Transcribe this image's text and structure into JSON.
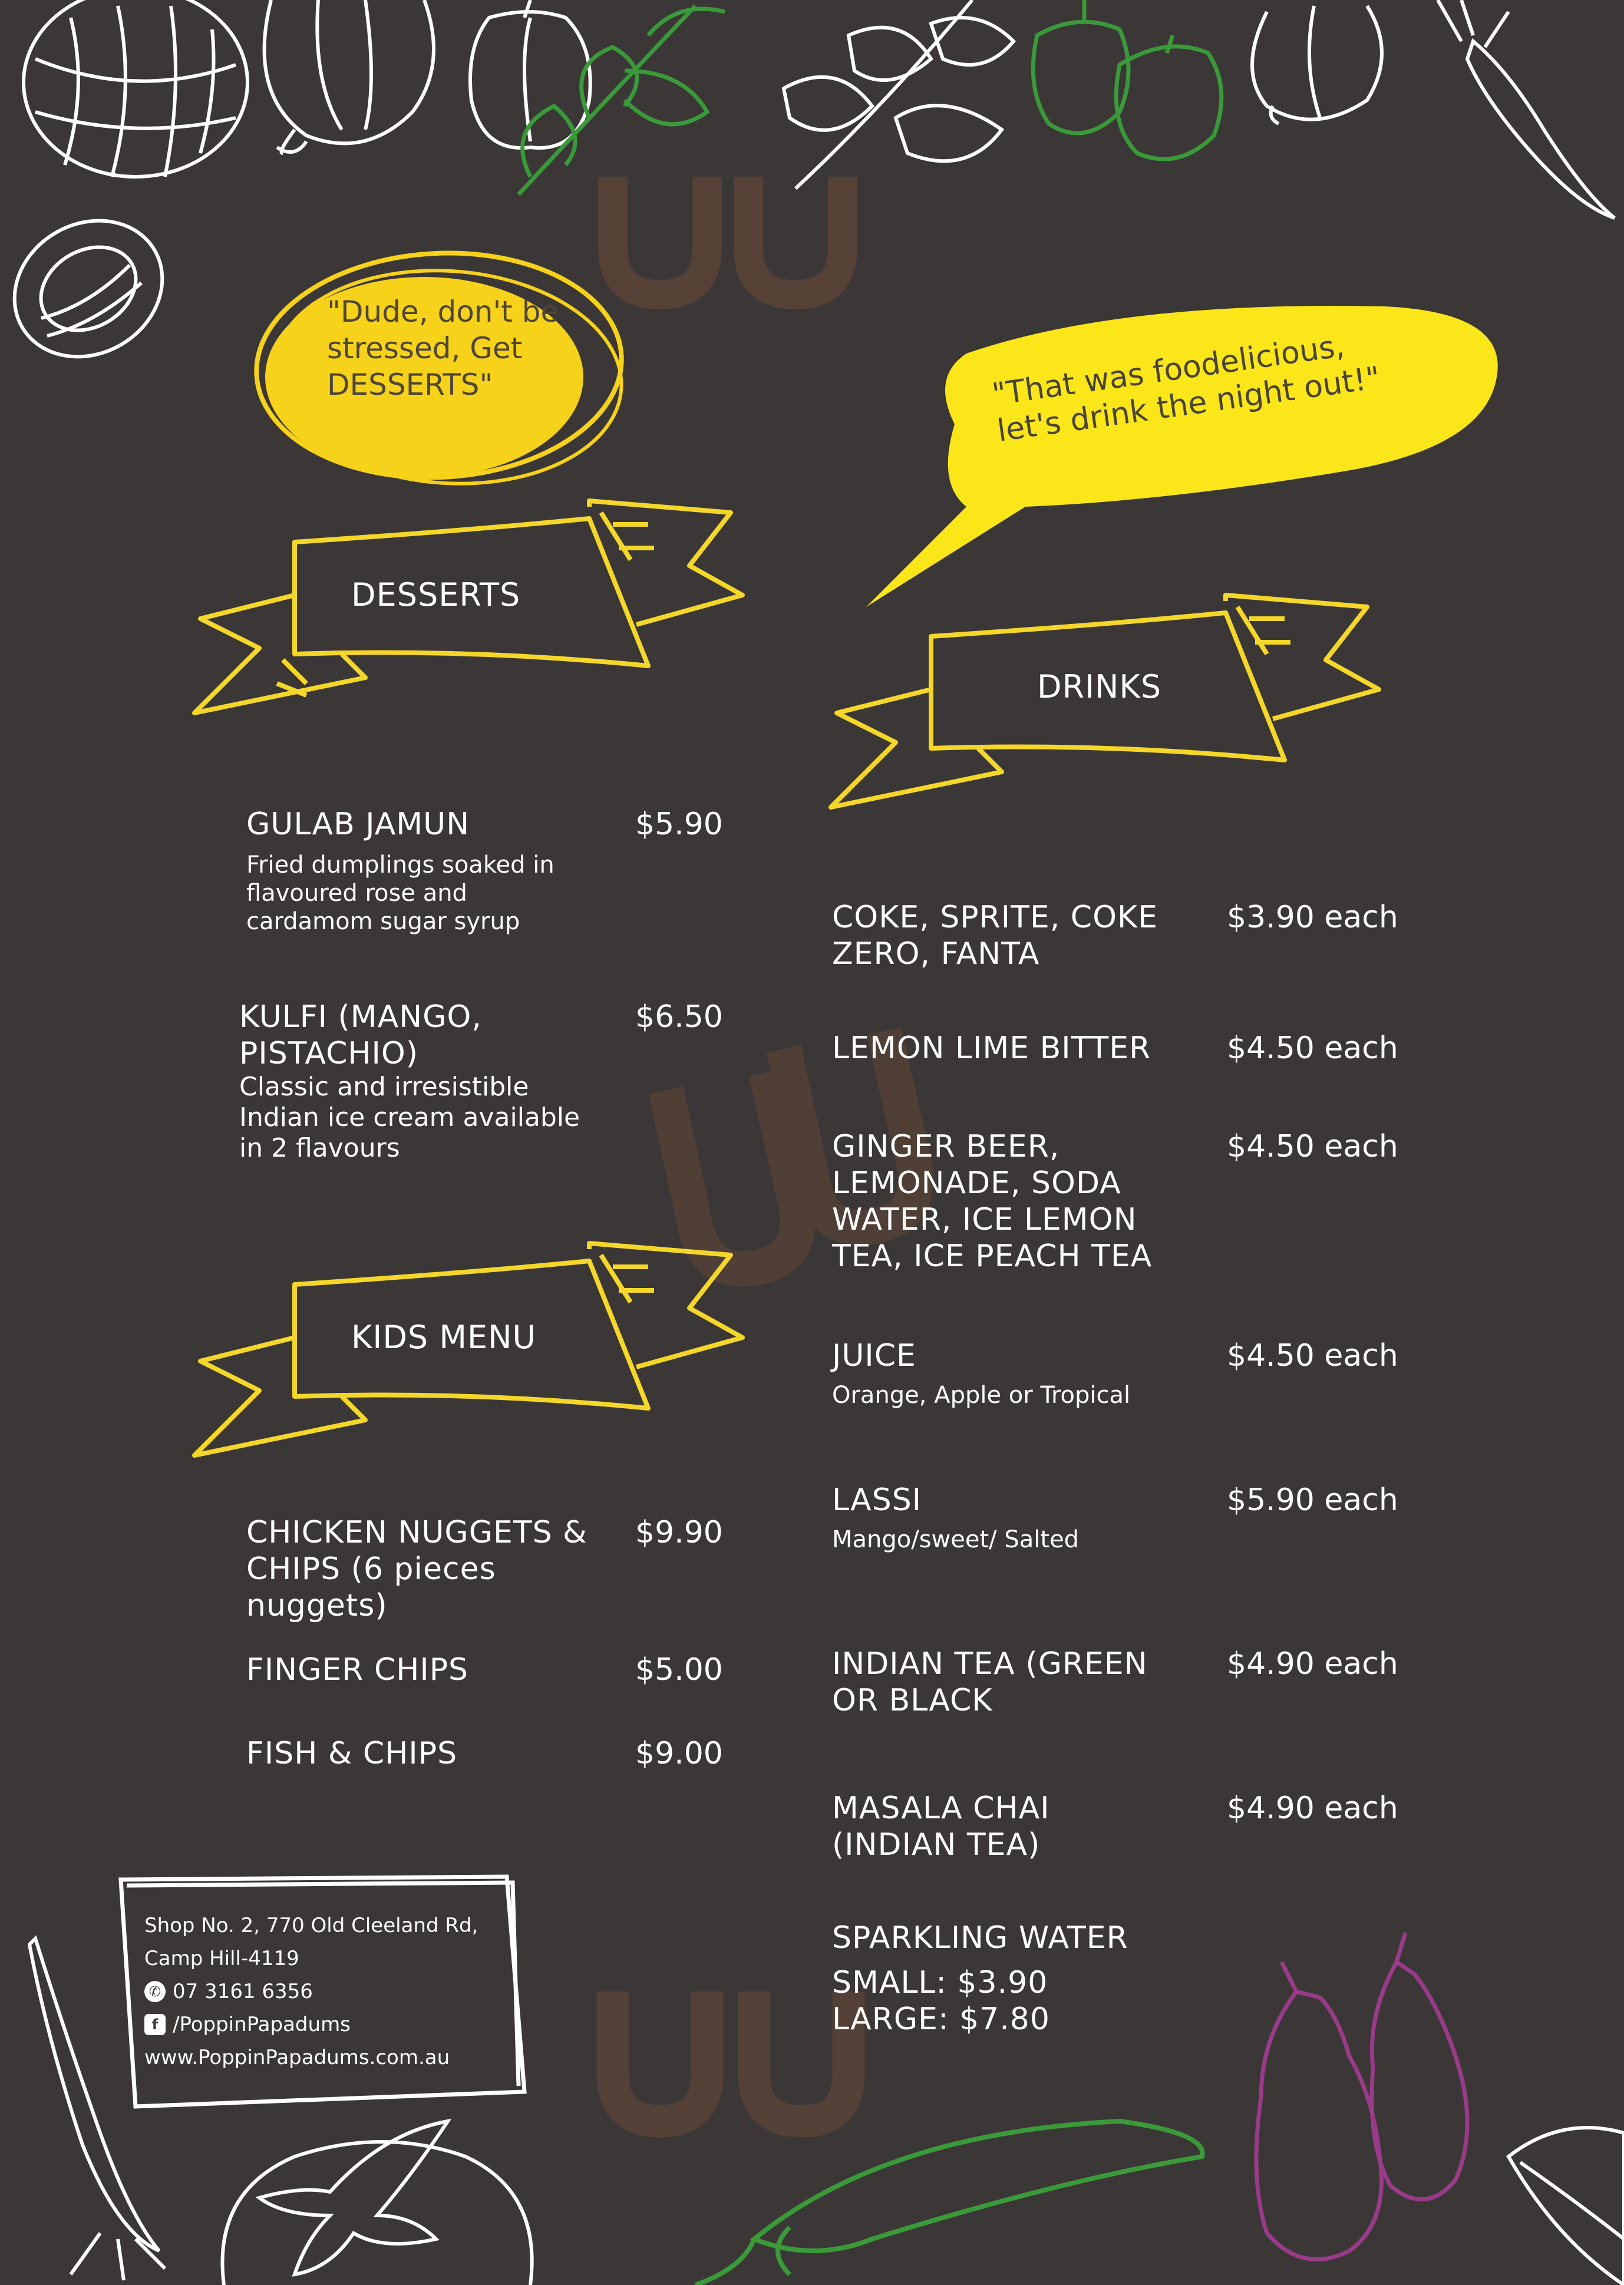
{
  "colors": {
    "background": "#3b3736",
    "accent_yellow": "#f7d21a",
    "banner_yellow": "#f5d72a",
    "bubble_yellow": "#fbe61a",
    "doodle_green": "#3a9a3a",
    "doodle_purple": "#9a3b8a",
    "watermark": "#6b4a36"
  },
  "bubbles": {
    "desserts_quote": "\"Dude, don't be stressed, Get DESSERTS\"",
    "drinks_quote_line1": "\"That was foodelicious,",
    "drinks_quote_line2": "let's drink the night out!\""
  },
  "sections": {
    "desserts_title": "DESSERTS",
    "drinks_title": "DRINKS",
    "kids_title": "KIDS MENU"
  },
  "desserts": [
    {
      "name": "GULAB JAMUN",
      "price": "$5.90",
      "desc": "Fried dumplings soaked in flavoured rose and cardamom sugar syrup"
    },
    {
      "name": "KULFI (MANGO, PISTACHIO)",
      "price": "$6.50",
      "desc": "Classic and irresistible Indian ice cream available in 2 flavours"
    }
  ],
  "kids": [
    {
      "name": "CHICKEN NUGGETS & CHIPS (6 pieces nuggets)",
      "price": "$9.90"
    },
    {
      "name": "FINGER CHIPS",
      "price": "$5.00"
    },
    {
      "name": "FISH & CHIPS",
      "price": "$9.00"
    }
  ],
  "drinks": [
    {
      "name": "COKE, SPRITE, COKE ZERO, FANTA",
      "price": "$3.90 each"
    },
    {
      "name": "LEMON LIME BITTER",
      "price": "$4.50 each"
    },
    {
      "name": "GINGER BEER, LEMONADE, SODA WATER, ICE LEMON TEA, ICE PEACH TEA",
      "price": "$4.50 each"
    },
    {
      "name": "JUICE",
      "price": "$4.50 each",
      "desc": "Orange, Apple or Tropical"
    },
    {
      "name": "LASSI",
      "price": "$5.90 each",
      "desc": "Mango/sweet/ Salted"
    },
    {
      "name": "INDIAN TEA (GREEN OR BLACK",
      "price": "$4.90 each"
    },
    {
      "name": "MASALA CHAI (INDIAN TEA)",
      "price": "$4.90 each"
    },
    {
      "name": "SPARKLING WATER",
      "small": "SMALL: $3.90",
      "large": "LARGE: $7.80"
    }
  ],
  "contact": {
    "address_line1": "Shop No. 2, 770 Old Cleeland Rd,",
    "address_line2": "Camp Hill-4119",
    "phone": "07 3161 6356",
    "facebook": "/PoppinPapadums",
    "website": "www.PoppinPapadums.com.au",
    "phone_icon": "whatsapp-phone-icon",
    "facebook_icon": "facebook-icon"
  }
}
